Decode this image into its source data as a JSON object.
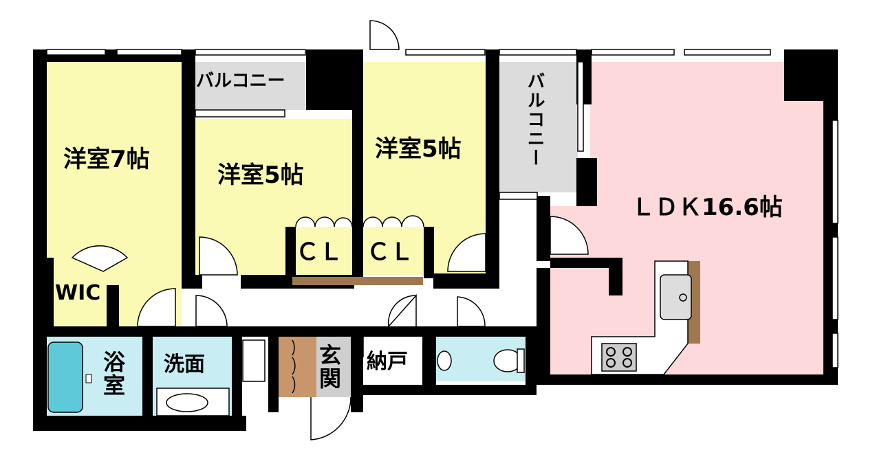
{
  "rooms": {
    "western_7": "洋室7帖",
    "western_5a": "洋室5帖",
    "western_5b": "洋室5帖",
    "ldk": "ＬＤＫ16.6帖",
    "wic": "WIC",
    "bath": "浴室",
    "washroom": "洗面",
    "entrance": "玄関",
    "storage": "納戸",
    "closet_a": "ＣＬ",
    "closet_b": "ＣＬ",
    "balcony_top": "バルコニー",
    "balcony_side": "バルコニー"
  },
  "colors": {
    "western_room": "#fafab4",
    "ldk": "#fdd9dc",
    "wet_area": "#c8eef3",
    "balcony": "#dcdcdc",
    "wall": "#000000",
    "wood": "#a07850",
    "floor": "#ffffff"
  }
}
